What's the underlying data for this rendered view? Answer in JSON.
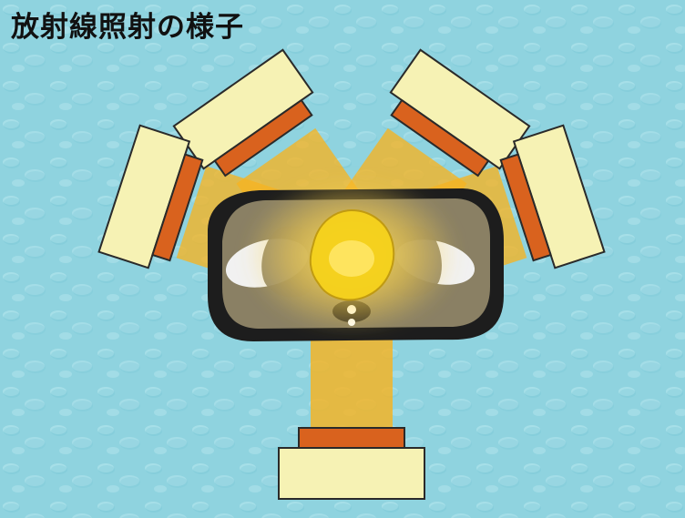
{
  "title": "放射線照射の様子",
  "colors": {
    "background": "#8fd3df",
    "bubble": "#b9e8ef",
    "bubble_shadow": "#5fb7c8",
    "beam": "#f6b321",
    "glow": "#ffe46a",
    "source_housing": "#f6f2b4",
    "collimator": "#d9621e",
    "outline": "#2a2a2a",
    "body_dark": "#1d1d1d",
    "tissue": "#8a8064",
    "bone": "#f1f1f1",
    "target": "#f6d21c"
  },
  "beam_sources": [
    {
      "id": "upper-left",
      "angle_deg": -35
    },
    {
      "id": "upper-right",
      "angle_deg": 35
    },
    {
      "id": "left",
      "angle_deg": -72
    },
    {
      "id": "right",
      "angle_deg": 72
    },
    {
      "id": "bottom",
      "angle_deg": 180
    }
  ]
}
